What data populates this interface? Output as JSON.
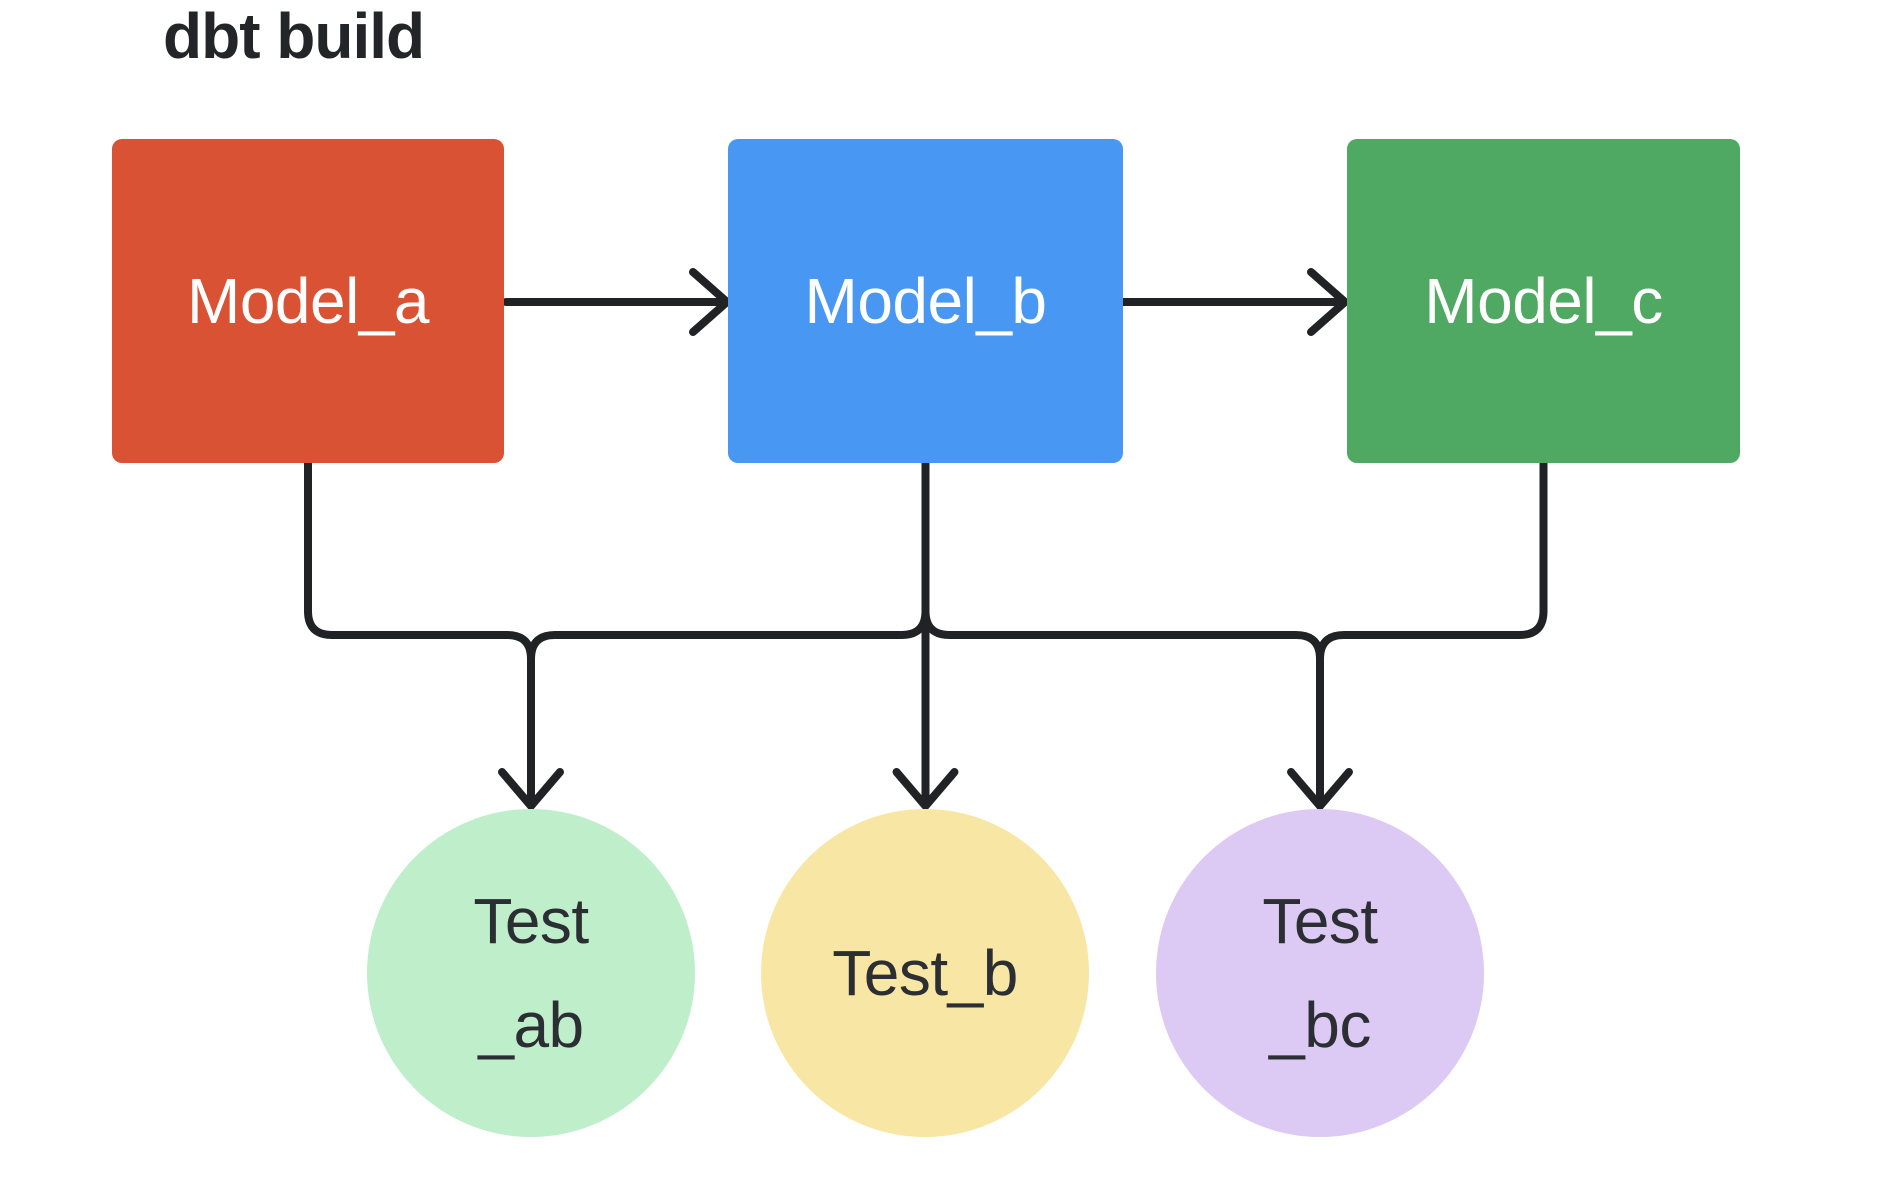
{
  "title": "dbt build",
  "models": [
    {
      "id": "model_a",
      "label": "Model_a",
      "color": "#D85233"
    },
    {
      "id": "model_b",
      "label": "Model_b",
      "color": "#4897F3"
    },
    {
      "id": "model_c",
      "label": "Model_c",
      "color": "#50A963"
    }
  ],
  "tests": [
    {
      "id": "test_ab",
      "lines": [
        "Test",
        "_ab"
      ],
      "color": "#BFEECB"
    },
    {
      "id": "test_b",
      "lines": [
        "Test_b"
      ],
      "color": "#F8E6A4"
    },
    {
      "id": "test_bc",
      "lines": [
        "Test",
        "_bc"
      ],
      "color": "#DCC9F4"
    }
  ],
  "edges": [
    {
      "from": "model_a",
      "to": "model_b"
    },
    {
      "from": "model_b",
      "to": "model_c"
    },
    {
      "from": "model_a",
      "to": "test_ab"
    },
    {
      "from": "model_b",
      "to": "test_ab"
    },
    {
      "from": "model_b",
      "to": "test_b"
    },
    {
      "from": "model_b",
      "to": "test_bc"
    },
    {
      "from": "model_c",
      "to": "test_bc"
    }
  ],
  "colors": {
    "background": "#FFFFFF",
    "edge_stroke": "#202225",
    "title_text": "#232528",
    "model_text": "#FFFFFF",
    "test_text": "#2B2E32"
  }
}
